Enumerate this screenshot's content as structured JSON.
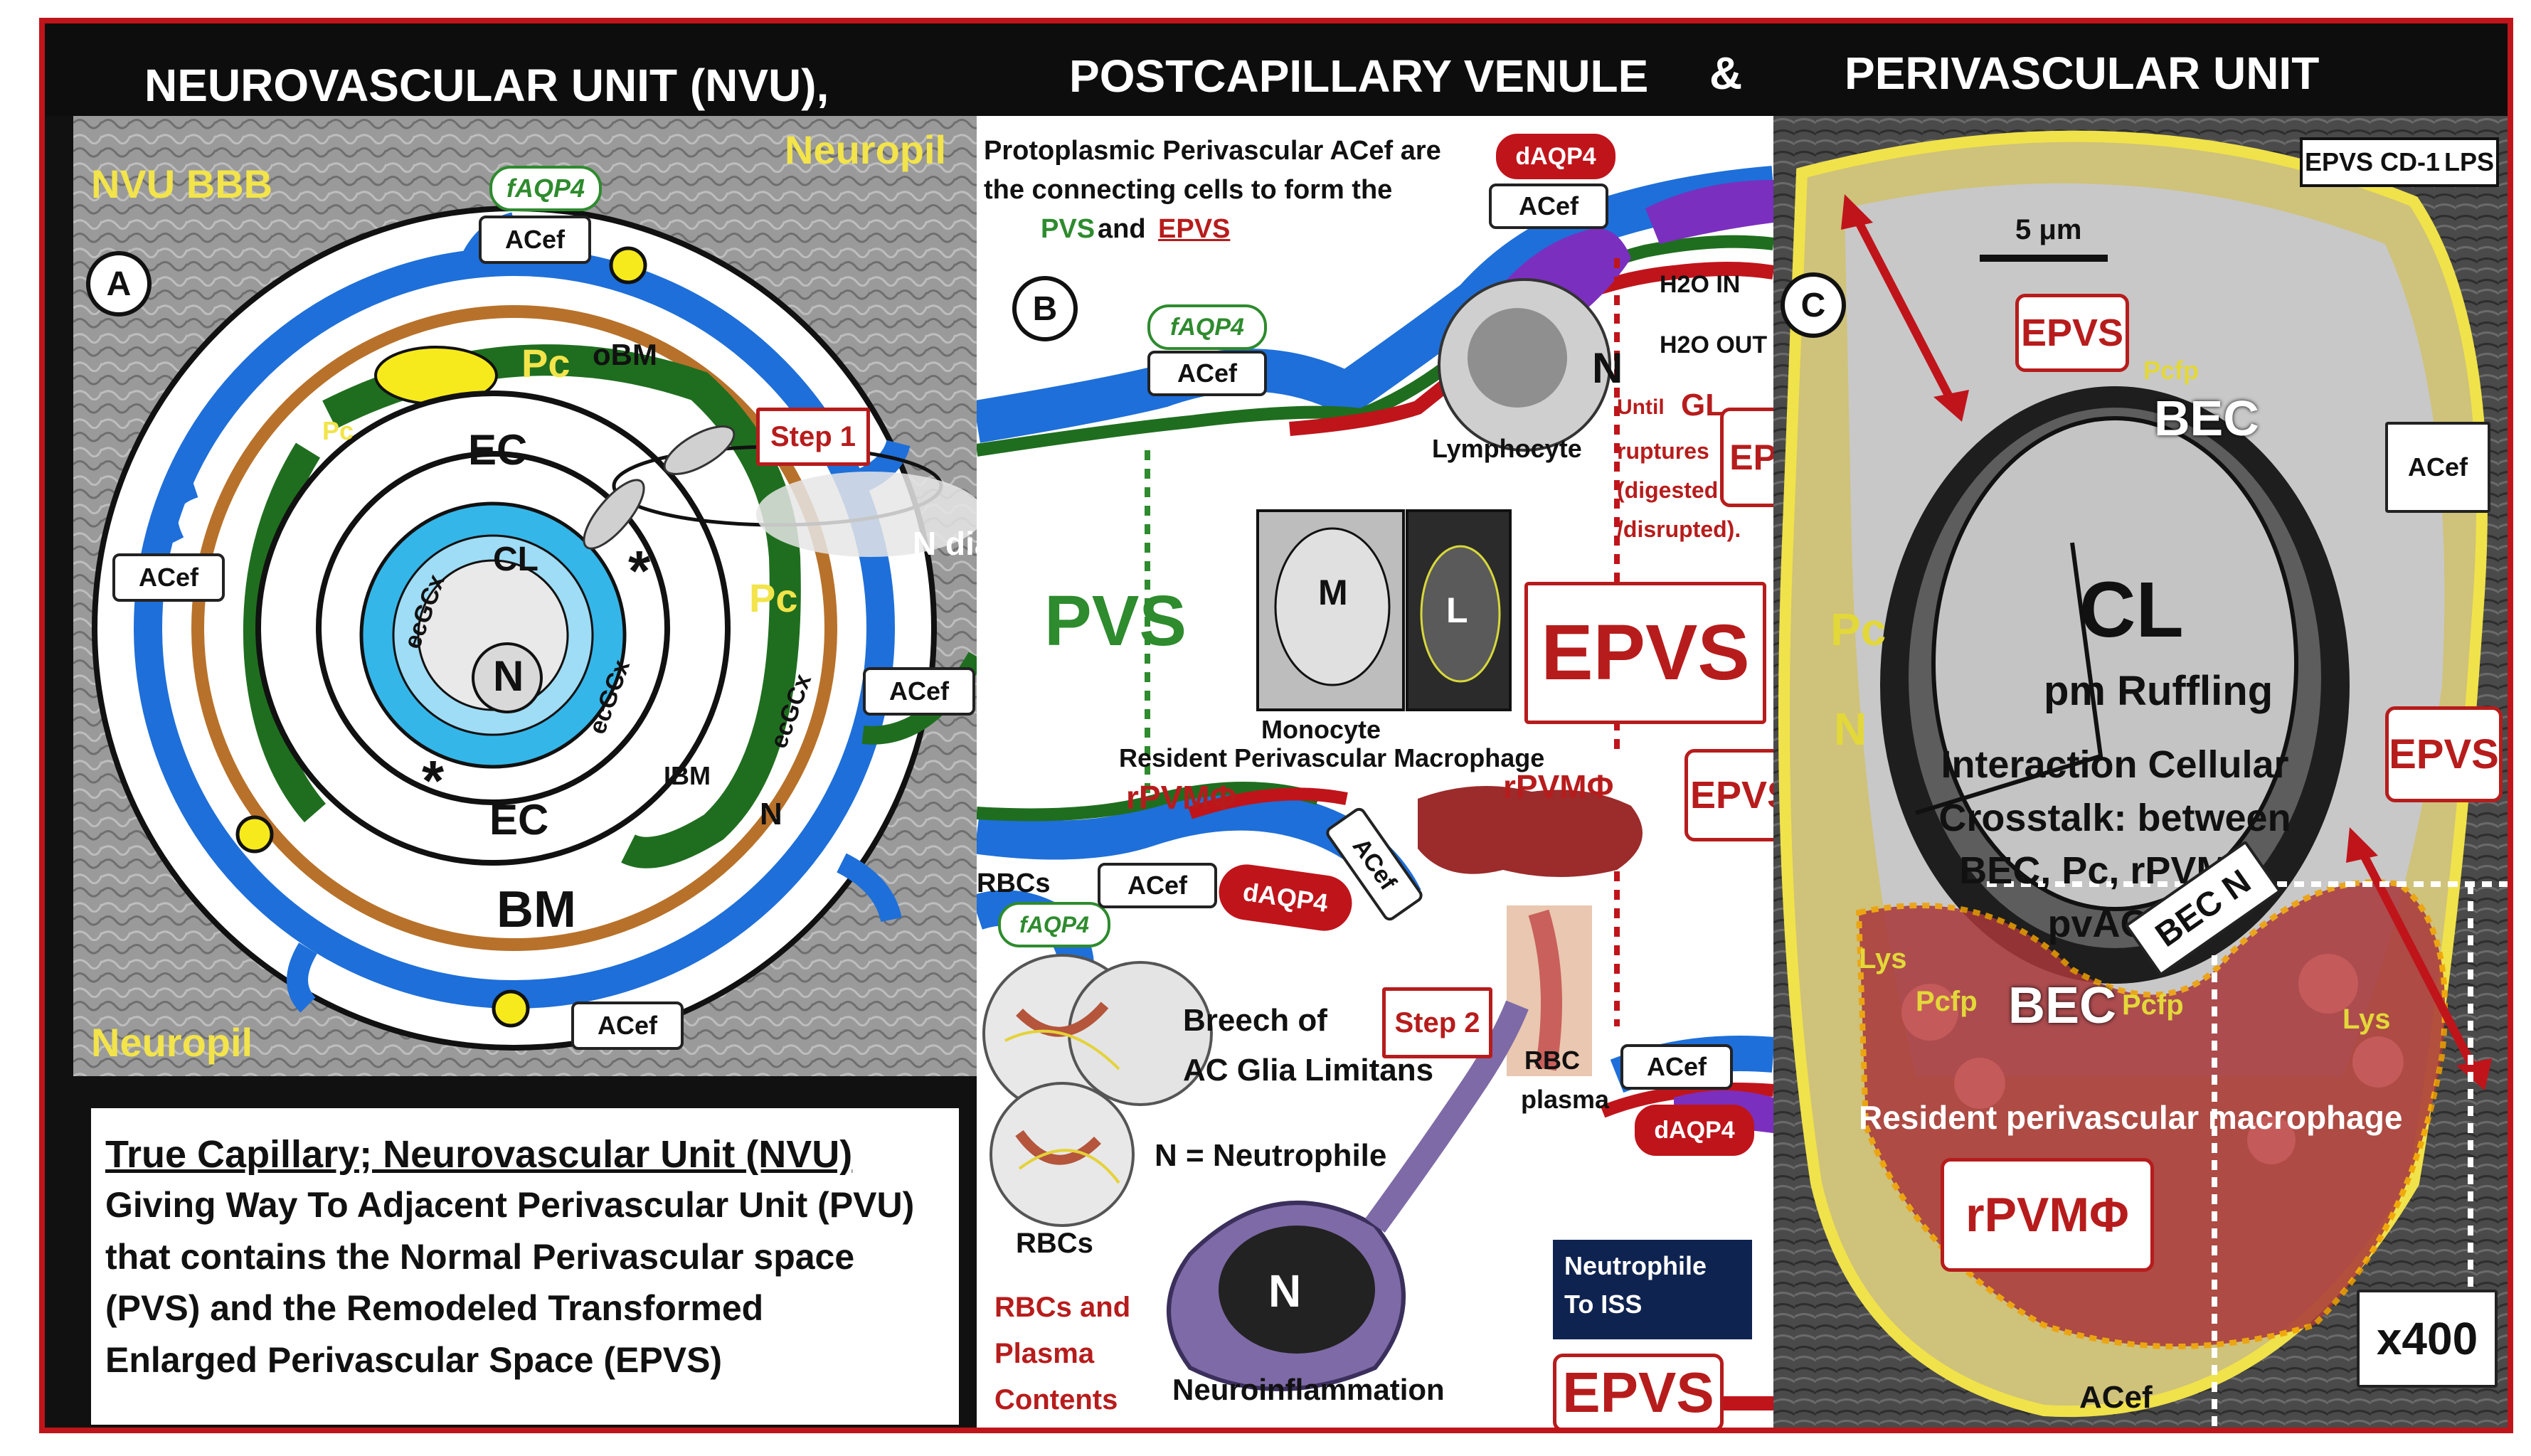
{
  "headers": {
    "nvu": "NEUROVASCULAR UNIT (NVU),",
    "venule": "POSTCAPILLARY VENULE",
    "ampersand": "&",
    "pvu": "PERIVASCULAR UNIT"
  },
  "panel_a": {
    "letter": "A",
    "nvu_bbb": "NVU BBB",
    "neuropil_top": "Neuropil",
    "neuropil_bottom": "Neuropil",
    "faqp4": "fAQP4",
    "acef": "ACef",
    "pc": "Pc",
    "obm": "oBM",
    "ec": "EC",
    "cl": "CL",
    "ecgcx": "ecGCx",
    "n": "N",
    "ibm": "IBM",
    "bm": "BM",
    "step1": "Step 1",
    "n_diapedesis": "N diapedesis",
    "asterisk": "*"
  },
  "caption": {
    "title": "True Capillary; Neurovascular Unit (NVU)",
    "lines": [
      "Giving Way To Adjacent Perivascular Unit (PVU)",
      "that contains the Normal Perivascular space",
      "(PVS) and the Remodeled Transformed",
      "Enlarged Perivascular Space (EPVS)"
    ]
  },
  "panel_b": {
    "letter": "B",
    "intro_1": "Protoplasmic Perivascular ACef are",
    "intro_2": "the connecting cells to form the",
    "intro_pvs": "PVS",
    "intro_and": "and",
    "intro_epvs": "EPVS",
    "daqp4": "dAQP4",
    "acef": "ACef",
    "faqp4": "fAQP4",
    "h2o_in": "H2O IN",
    "h2o_out": "H2O OUT",
    "n": "N",
    "lymphocyte": "Lymphocyte",
    "until": "Until",
    "gl": "GL",
    "ruptures": "ruptures",
    "digested": "(digested",
    "disrupted": "/disrupted).",
    "epvs": "EPVS",
    "pvs": "PVS",
    "m": "M",
    "l": "L",
    "monocyte": "Monocyte",
    "resident_pvm": "Resident Perivascular Macrophage",
    "rpvm": "rPVMΦ",
    "rbcs": "RBCs",
    "step2": "Step 2",
    "breech_1": "Breech of",
    "breech_2": "AC Glia Limitans",
    "rbc": "RBC",
    "plasma": "plasma",
    "n_neutrophile": "N = Neutrophile",
    "rbcs_and": "RBCs and",
    "plasma_word": "Plasma",
    "contents": "Contents",
    "neutrophile_1": "Neutrophile",
    "neutrophile_2": "To ISS",
    "neuroinflammation": "Neuroinflammation"
  },
  "panel_c": {
    "letter": "C",
    "scale": "5 μm",
    "stain_1": "EPVS CD-1",
    "stain_2": "LPS",
    "epvs": "EPVS",
    "pcfp": "Pcfp",
    "bec": "BEC",
    "acef": "ACef",
    "cl": "CL",
    "pm_ruffling": "pm Ruffling",
    "pc": "Pc",
    "n": "N",
    "interaction_1": "Interaction Cellular",
    "interaction_2": "Crosstalk: between",
    "interaction_3": "BEC, Pc, rPVMΦ,",
    "interaction_4": "pvACef",
    "bec_n": "BEC N",
    "lys": "Lys",
    "resident": "Resident perivascular macrophage",
    "rpvm": "rPVMΦ",
    "magnification": "x400"
  },
  "colors": {
    "frame_red": "#c0141b",
    "astro_blue": "#1e6fd9",
    "pericyte_green": "#1f6e1f",
    "basement_brown": "#b8712a",
    "endo_lightblue": "#35b6e8",
    "epvs_red": "#b71c1c",
    "yellow_label": "#f2e44a"
  }
}
